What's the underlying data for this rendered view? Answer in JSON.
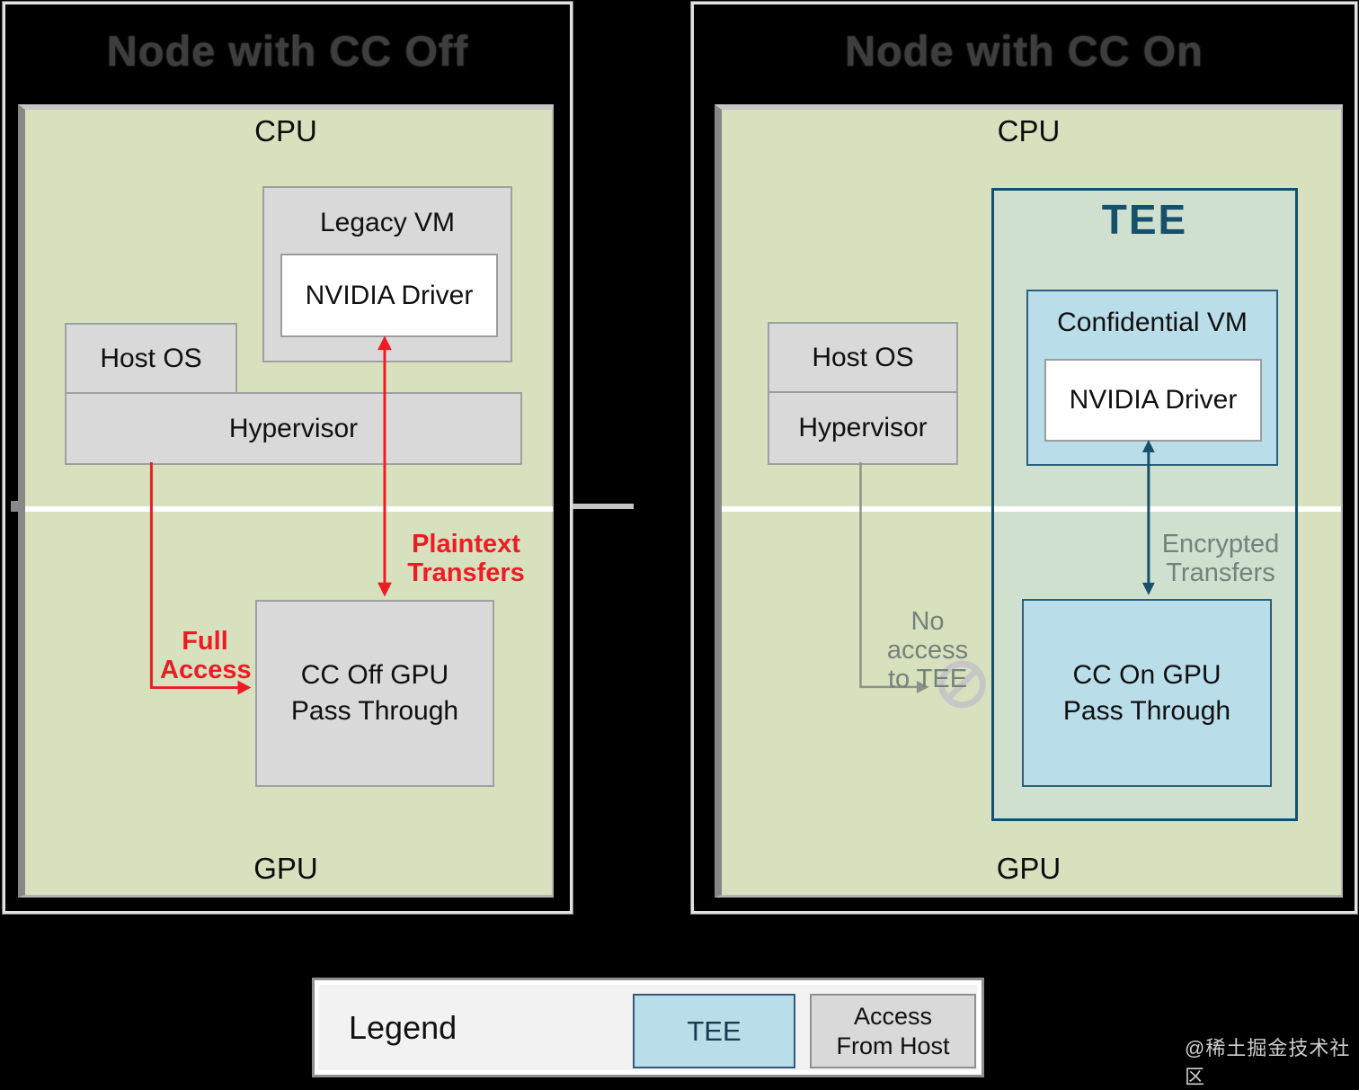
{
  "colors": {
    "background": "#000000",
    "panel_green": "#d7e1be",
    "tee_interior": "#cfe0cf",
    "light_blue": "#b9dde9",
    "dark_blue": "#17506b",
    "box_gray": "#d9d9d9",
    "box_border": "#a0a0a0",
    "red": "#ec1c24",
    "muted_green_gray": "#76817a",
    "arrow_gray": "#8b9289",
    "icon_gray": "#c6c6c6",
    "title_gray": "#3e3e3e",
    "legend_bg": "#f2f2f2",
    "divider_white": "#ffffff"
  },
  "left_panel": {
    "title": "Node with CC Off",
    "cpu_label": "CPU",
    "gpu_label": "GPU",
    "legacy_vm_label": "Legacy VM",
    "nvidia_driver_label": "NVIDIA Driver",
    "host_os_label": "Host OS",
    "hypervisor_label": "Hypervisor",
    "passthrough_line1": "CC Off GPU",
    "passthrough_line2": "Pass Through",
    "plaintext_line1": "Plaintext",
    "plaintext_line2": "Transfers",
    "full_access_line1": "Full",
    "full_access_line2": "Access"
  },
  "right_panel": {
    "title": "Node with CC On",
    "cpu_label": "CPU",
    "gpu_label": "GPU",
    "tee_label": "TEE",
    "confidential_vm_label": "Confidential VM",
    "nvidia_driver_label": "NVIDIA Driver",
    "host_os_label": "Host OS",
    "hypervisor_label": "Hypervisor",
    "passthrough_line1": "CC On GPU",
    "passthrough_line2": "Pass Through",
    "encrypted_line1": "Encrypted",
    "encrypted_line2": "Transfers",
    "no_access_line1": "No access",
    "no_access_line2": "to TEE"
  },
  "legend": {
    "label": "Legend",
    "tee_swatch_label": "TEE",
    "access_line1": "Access",
    "access_line2": "From Host"
  },
  "watermark": "@稀土掘金技术社区"
}
